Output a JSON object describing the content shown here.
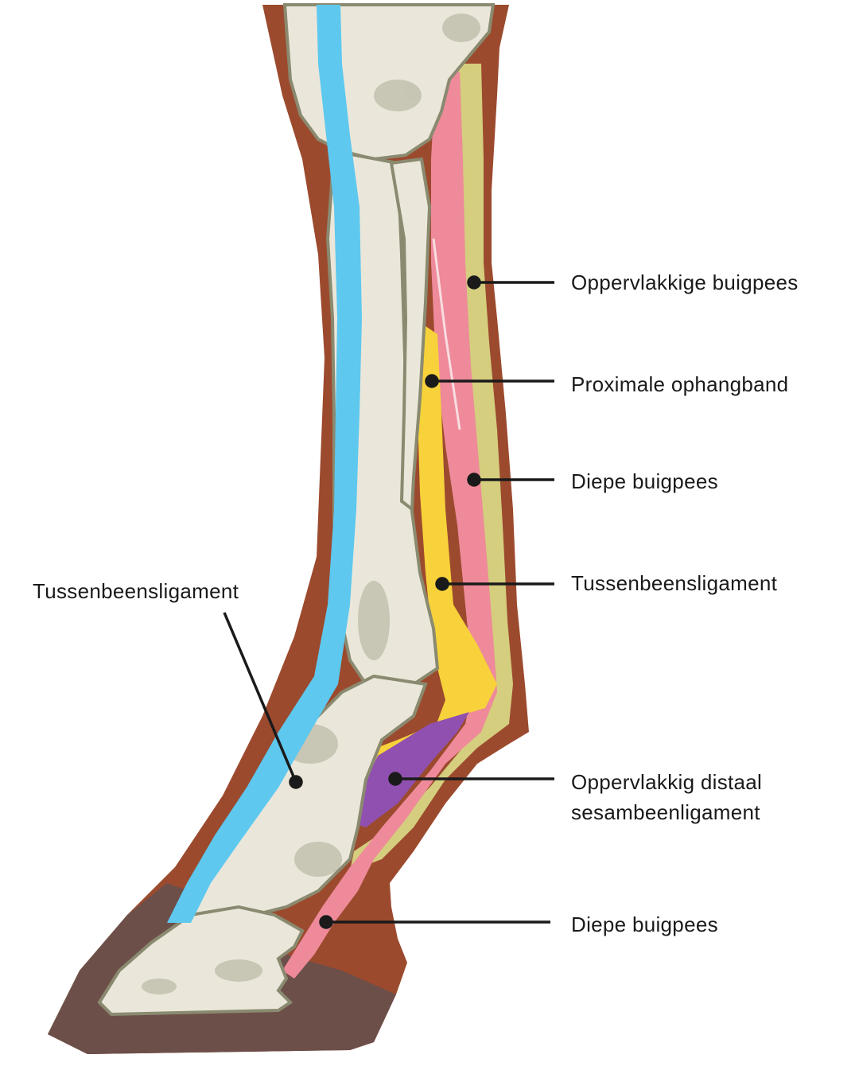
{
  "labels": {
    "oppervlakkige_buigpees": "Oppervlakkige buigpees",
    "proximale_ophangband": "Proximale ophangband",
    "diepe_buigpees_top": "Diepe buigpees",
    "tussenbeensligament_right": "Tussenbeensligament",
    "tussenbeensligament_left": "Tussenbeensligament",
    "oppervlakkig_distaal_line1": "Oppervlakkig distaal",
    "oppervlakkig_distaal_line2": "sesambeenligament",
    "diepe_buigpees_bottom": "Diepe buigpees"
  },
  "colors": {
    "skin": "#9c4a2e",
    "hoof": "#6d4f4a",
    "bone": "#eae7da",
    "bone_outline": "#8a8a70",
    "bone_shadow": "#b9b8a4",
    "extensor_tendon": "#5ec8ef",
    "superficial_flexor": "#d4ce7e",
    "deep_flexor": "#ee8a9a",
    "suspensory": "#f7d23a",
    "distal_sesamoid": "#9050b0",
    "leader_line": "#1a1a1a"
  }
}
